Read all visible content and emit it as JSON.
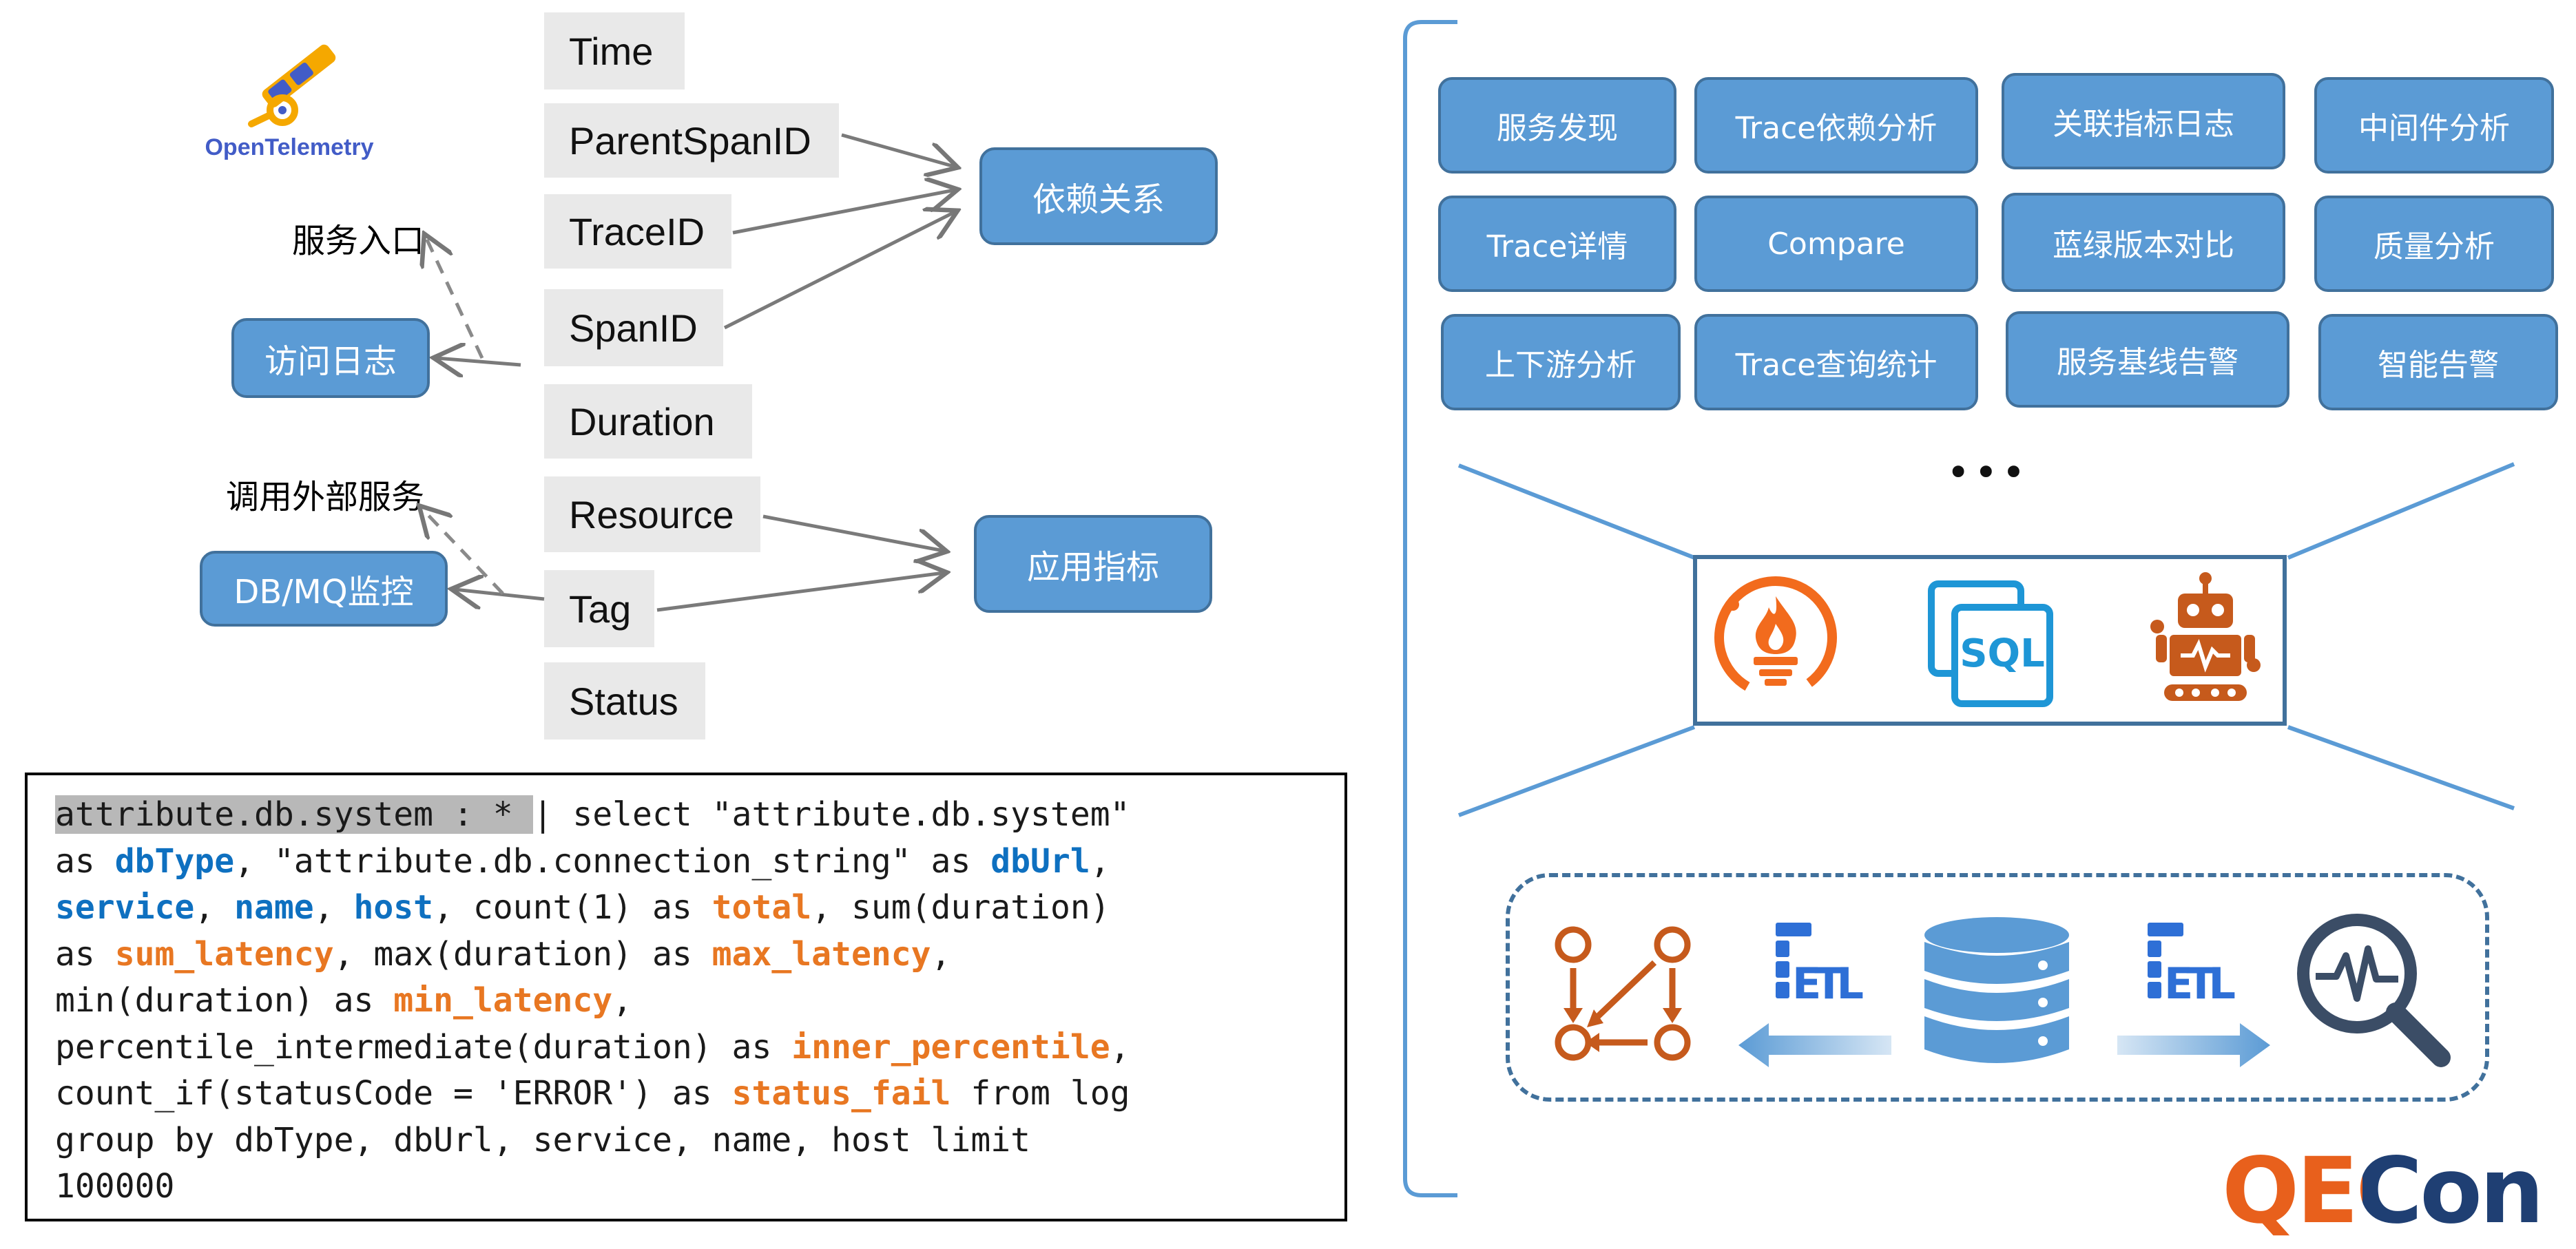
{
  "logo": {
    "name": "OpenTelemetry"
  },
  "fields": [
    "Time",
    "ParentSpanID",
    "TraceID",
    "SpanID",
    "Duration",
    "Resource",
    "Tag",
    "Status"
  ],
  "left_boxes": {
    "dependency": "依赖关系",
    "access_log": "访问日志",
    "db_mq": "DB/MQ监控",
    "app_metrics": "应用指标"
  },
  "left_labels": {
    "service_entry": "服务入口",
    "external_call": "调用外部服务"
  },
  "features": [
    "服务发现",
    "Trace依赖分析",
    "关联指标日志",
    "中间件分析",
    "Trace详情",
    "Compare",
    "蓝绿版本对比",
    "质量分析",
    "上下游分析",
    "Trace查询统计",
    "服务基线告警",
    "智能告警"
  ],
  "ellipsis": "•••",
  "engines": {
    "sql_label": "SQL"
  },
  "etl": {
    "left": "ETL",
    "right": "ETL"
  },
  "brand": {
    "name": "QECon",
    "q_color": "#e8601c",
    "rest_color": "#1f3f73"
  },
  "code": {
    "l1_hl": "attribute.db.system : * ",
    "l1_rest": "| select \"attribute.db.system\"",
    "l2_a": "as ",
    "l2_kw1": "dbType",
    "l2_b": ", \"attribute.db.connection_string\" as ",
    "l2_kw2": "dbUrl",
    "l2_c": ",",
    "l3_kw1": "service",
    "l3_a": ", ",
    "l3_kw2": "name",
    "l3_b": ", ",
    "l3_kw3": "host",
    "l3_c": ", count(1) as ",
    "l3_kw4": "total",
    "l3_d": ", sum(duration)",
    "l4_a": "as ",
    "l4_kw1": "sum_latency",
    "l4_b": ", max(duration) as ",
    "l4_kw2": "max_latency",
    "l4_c": ",",
    "l5_a": "min(duration) as ",
    "l5_kw": "min_latency",
    "l5_b": ",",
    "l6_a": "percentile_intermediate(duration) as ",
    "l6_kw": "inner_percentile",
    "l6_b": ",",
    "l7_a": "count_if(statusCode = 'ERROR') as ",
    "l7_kw": "status_fail",
    "l7_b": " from log",
    "l8": "group by dbType, dbUrl, service, name, host limit",
    "l9": "100000"
  }
}
